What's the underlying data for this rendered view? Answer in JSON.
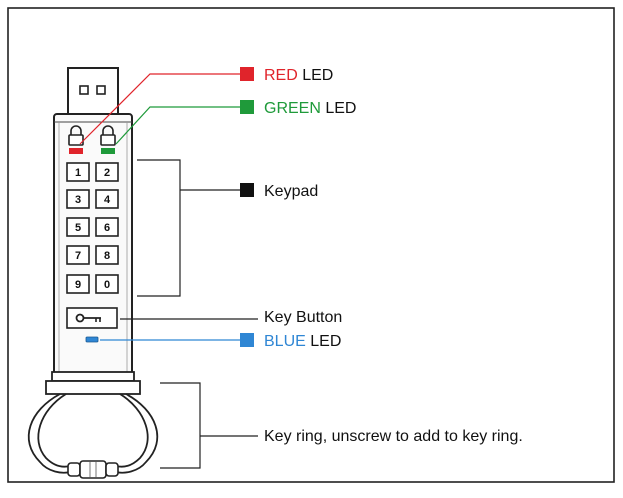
{
  "colors": {
    "red": "#e0242b",
    "green": "#1f9a3a",
    "blue": "#2f86d4",
    "black": "#111111"
  },
  "labels": {
    "red_led": {
      "word": "RED",
      "suffix": " LED"
    },
    "green_led": {
      "word": "GREEN",
      "suffix": " LED"
    },
    "keypad": "Keypad",
    "key_button": "Key Button",
    "blue_led": {
      "word": "BLUE",
      "suffix": " LED"
    },
    "key_ring": "Key ring, unscrew to add to key ring."
  },
  "keys": [
    "1",
    "2",
    "3",
    "4",
    "5",
    "6",
    "7",
    "8",
    "9",
    "0"
  ],
  "icons": {
    "lock": "lock-icon",
    "key": "key-icon"
  }
}
